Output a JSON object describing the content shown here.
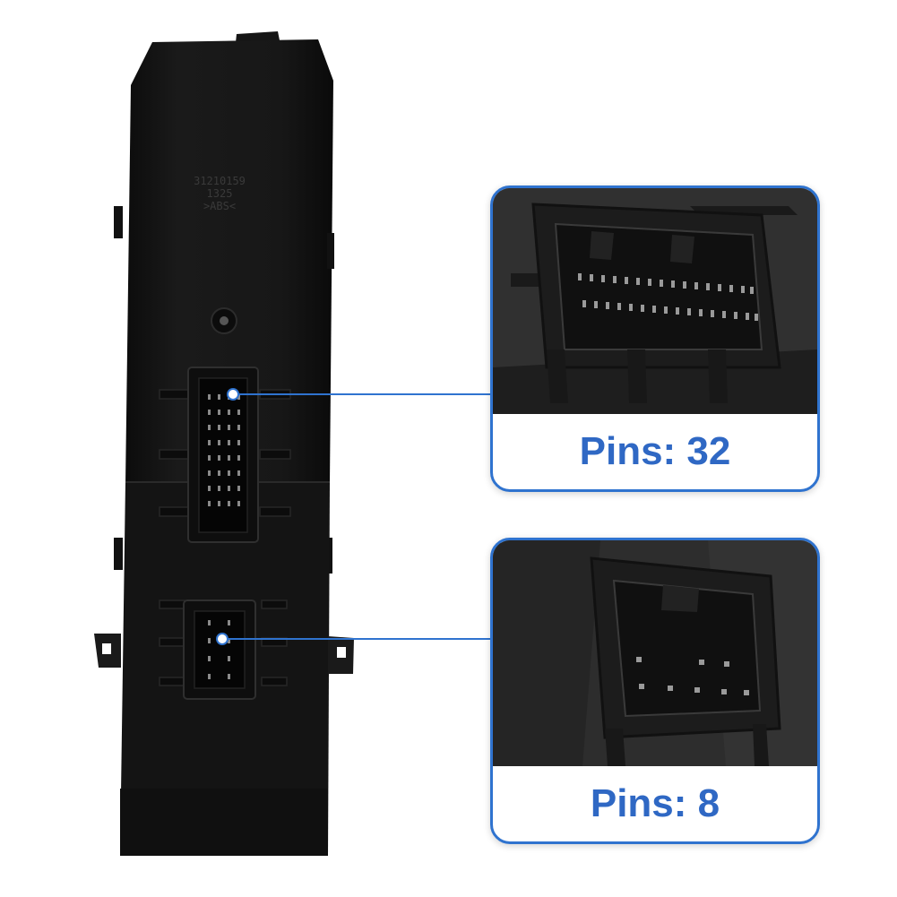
{
  "part": {
    "number": "31210159",
    "code": "1325",
    "material": ">ABS<"
  },
  "callouts": [
    {
      "caption": "Pins: 32"
    },
    {
      "caption": "Pins: 8"
    }
  ],
  "colors": {
    "accent": "#2f73cf",
    "caption_text": "#2f68c4",
    "housing": "#161616"
  }
}
